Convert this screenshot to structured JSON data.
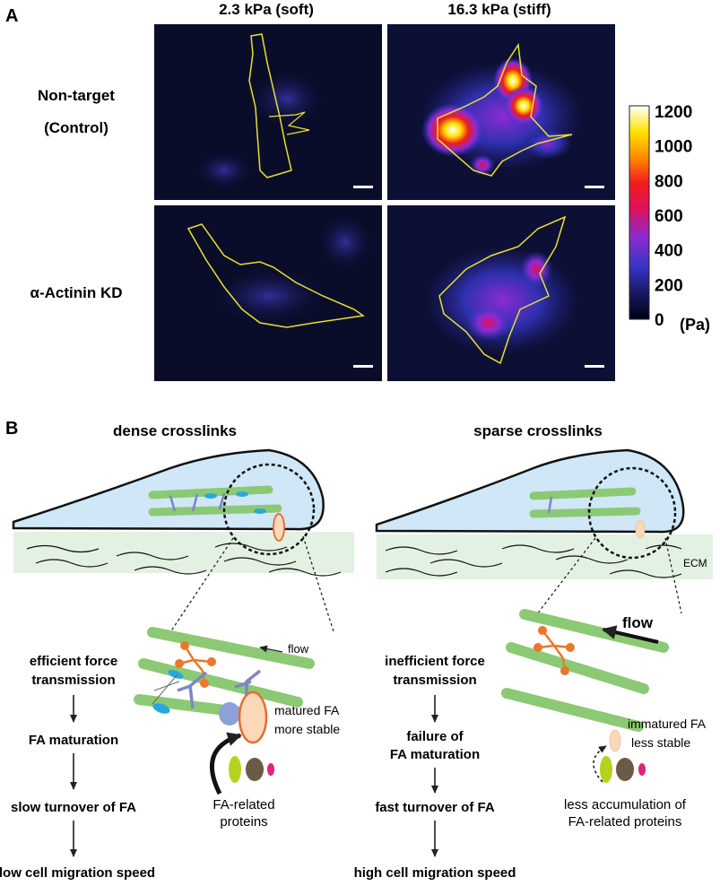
{
  "panel_a": {
    "label": "A",
    "columns": [
      "2.3 kPa (soft)",
      "16.3 kPa (stiff)"
    ],
    "rows": [
      {
        "line1": "Non-target",
        "line2": "(Control)"
      },
      {
        "line1": "α-Actinin KD",
        "line2": ""
      }
    ],
    "colorbar": {
      "ticks": [
        "1200",
        "1000",
        "800",
        "600",
        "400",
        "200",
        "0"
      ],
      "unit": "(Pa)"
    }
  },
  "panel_b": {
    "label": "B",
    "left": {
      "title": "dense crosslinks",
      "flow": "flow",
      "fa_line1": "matured FA",
      "fa_line2": "more stable",
      "proteins_line1": "FA-related",
      "proteins_line2": "proteins",
      "steps": [
        "efficient force",
        "transmission",
        "FA maturation",
        "slow turnover of FA",
        "low cell migration speed"
      ]
    },
    "right": {
      "title": "sparse crosslinks",
      "ecm": "ECM",
      "flow": "flow",
      "fa_line1": "immatured FA",
      "fa_line2": "less stable",
      "proteins_line1": "less accumulation of",
      "proteins_line2": "FA-related proteins",
      "steps": [
        "inefficient force",
        "transmission",
        "failure of",
        "FA maturation",
        "fast turnover of FA",
        "high cell migration speed"
      ]
    }
  },
  "colors": {
    "cell_fill": "#cfe7f6",
    "ecm_fill": "#e3f1e3",
    "actin": "#8cc974",
    "crosslink": "#7d86c6",
    "myosin": "#e9782b",
    "fa_fill": "#fbd9b8",
    "fa_stroke": "#e86b2d",
    "motor": "#27a9df"
  }
}
